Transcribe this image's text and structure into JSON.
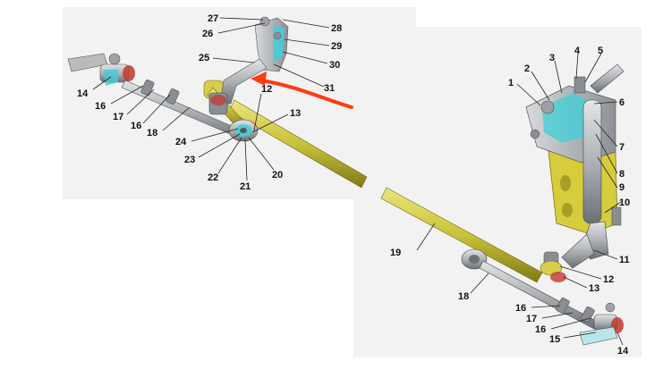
{
  "colors": {
    "background_panel": "#f2f2f2",
    "rod_yellow": "#c9c23a",
    "rod_yellow_dark": "#8f8a1d",
    "rod_yellow_light": "#e8e27a",
    "metal_grey": "#b9bcbf",
    "metal_dark": "#6e7276",
    "highlight_cyan": "#3fd0d8",
    "highlight_red": "#c0392b",
    "arrow_red": "#ff3b10"
  },
  "icons": {
    "annotation_arrow": "arrow-left-icon"
  },
  "labels": {
    "l1": "1",
    "l2": "2",
    "l3": "3",
    "l4": "4",
    "l5": "5",
    "l6": "6",
    "l7": "7",
    "l8": "8",
    "l9": "9",
    "l10": "10",
    "l11": "11",
    "l12a": "12",
    "l12b": "12",
    "l13a": "13",
    "l13b": "13",
    "l14a": "14",
    "l14b": "14",
    "l15": "15",
    "l16a": "16",
    "l16b": "16",
    "l16c": "16",
    "l16d": "16",
    "l17a": "17",
    "l17b": "17",
    "l18a": "18",
    "l18b": "18",
    "l19": "19",
    "l20": "20",
    "l21": "21",
    "l22": "22",
    "l23": "23",
    "l24": "24",
    "l25": "25",
    "l26": "26",
    "l27": "27",
    "l28": "28",
    "l29": "29",
    "l30": "30",
    "l31": "31"
  }
}
